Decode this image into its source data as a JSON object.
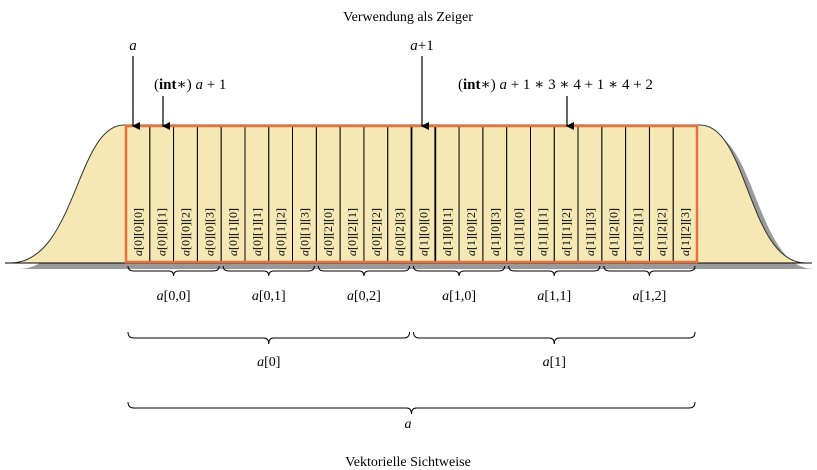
{
  "title_top": "Verwendung als Zeiger",
  "title_bottom": "Vektorielle Sichtweise",
  "colors": {
    "ribbon_fill": "#f5e8b4",
    "ribbon_stroke": "#333333",
    "array_border": "#e8703a",
    "shadow": "#9a9a9a"
  },
  "pointers": [
    {
      "var": "a",
      "expr": ""
    },
    {
      "var": "a",
      "expr": "+1"
    },
    {
      "cast": "int",
      "var": "a",
      "expr": " + 1"
    },
    {
      "cast": "int",
      "var": "a",
      "expr": " + 1 ∗ 3 ∗ 4 + 1 ∗ 4 + 2"
    }
  ],
  "cells": [
    "a[0][0][0]",
    "a[0][0][1]",
    "a[0][0][2]",
    "a[0][0][3]",
    "a[0][1][0]",
    "a[0][1][1]",
    "a[0][1][2]",
    "a[0][1][3]",
    "a[0][2][0]",
    "a[0][2][1]",
    "a[0][2][2]",
    "a[0][2][3]",
    "a[1][0][0]",
    "a[1][0][1]",
    "a[1][0][2]",
    "a[1][0][3]",
    "a[1][1][0]",
    "a[1][1][1]",
    "a[1][1][2]",
    "a[1][1][3]",
    "a[1][2][0]",
    "a[1][2][1]",
    "a[1][2][2]",
    "a[1][2][3]"
  ],
  "level2_groups": [
    {
      "var": "a",
      "idx": "[0,0]"
    },
    {
      "var": "a",
      "idx": "[0,1]"
    },
    {
      "var": "a",
      "idx": "[0,2]"
    },
    {
      "var": "a",
      "idx": "[1,0]"
    },
    {
      "var": "a",
      "idx": "[1,1]"
    },
    {
      "var": "a",
      "idx": "[1,2]"
    }
  ],
  "level1_groups": [
    {
      "var": "a",
      "idx": "[0]"
    },
    {
      "var": "a",
      "idx": "[1]"
    }
  ],
  "level0_group": {
    "var": "a",
    "idx": ""
  }
}
